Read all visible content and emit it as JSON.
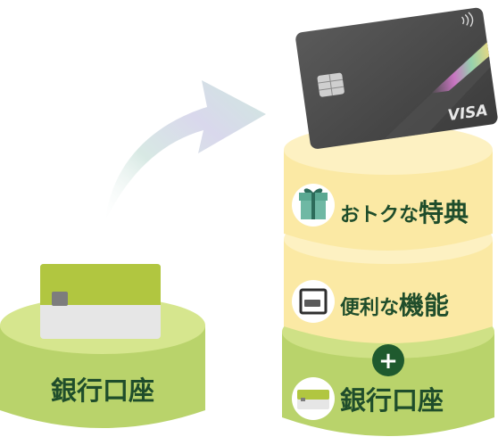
{
  "left_stack": {
    "label": "銀行口座"
  },
  "right_stack": {
    "tier_top": {
      "prefix": "おトクな",
      "emphasis": "特典",
      "icon": "gift-icon"
    },
    "tier_mid": {
      "prefix": "便利な",
      "emphasis": "機能",
      "icon": "wallet-icon"
    },
    "tier_bottom": {
      "label": "銀行口座",
      "icon": "bank-card-icon",
      "plus_symbol": "+"
    }
  },
  "credit_card": {
    "brand": "VISA",
    "color": "#4a4a4a"
  },
  "colors": {
    "green_base": "#b9d36b",
    "green_dark": "#a9c95a",
    "yellow_tier": "#fbe9a4",
    "yellow_tier_top": "#fdf1c2",
    "text_dark_green": "#1f4d2b"
  }
}
